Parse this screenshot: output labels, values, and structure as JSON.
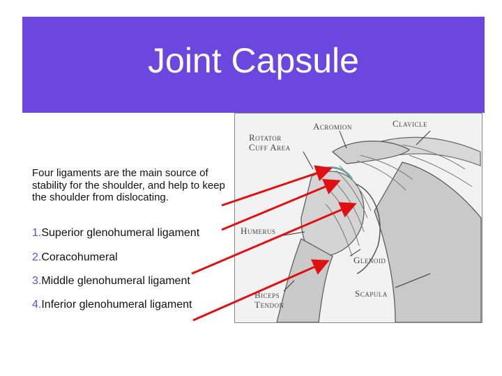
{
  "slide": {
    "title": "Joint Capsule",
    "intro": "Four ligaments are the main source of stability for the shoulder, and help to keep the shoulder from dislocating.",
    "ligaments": [
      {
        "num": "1.",
        "name": "Superior glenohumeral ligament"
      },
      {
        "num": "2.",
        "name": "Coracohumeral"
      },
      {
        "num": "3.",
        "name": "Middle glenohumeral ligament"
      },
      {
        "num": "4.",
        "name": "Inferior glenohumeral ligament"
      }
    ]
  },
  "figure": {
    "labels": {
      "rotator_1": "Rotator",
      "rotator_2": "Cuff Area",
      "acromion": "Acromion",
      "clavicle": "Clavicle",
      "humerus": "Humerus",
      "glenoid": "Glenoid",
      "scapula": "Scapula",
      "biceps_1": "Biceps",
      "biceps_2": "Tendon"
    }
  },
  "colors": {
    "title_bar": "#6b47e0",
    "arrow": "#e01010",
    "number": "#6b47e0"
  }
}
